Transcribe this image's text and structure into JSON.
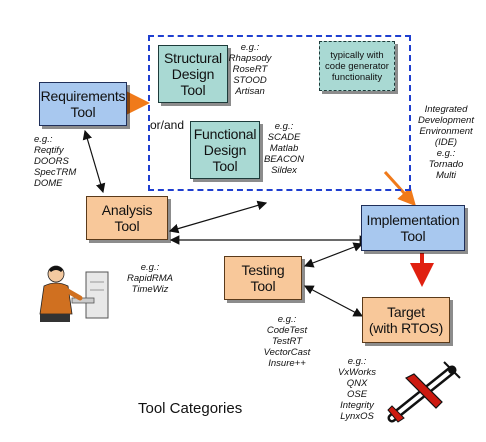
{
  "tools": {
    "requirements": "Requirements\nTool",
    "structural": "Structural\nDesign\nTool",
    "functional": "Functional\nDesign\nTool",
    "analysis": "Analysis\nTool",
    "implementation": "Implementation\nTool",
    "testing": "Testing\nTool",
    "target": "Target\n(with RTOS)"
  },
  "callout": "typically with\ncode generator\nfunctionality",
  "or_and": "or/and",
  "examples": {
    "requirements": "e.g.:\nReqtify\nDOORS\nSpecTRM\nDOME",
    "structural": "e.g.:\nRhapsody\nRoseRT\nSTOOD\nArtisan",
    "functional": "e.g.:\nSCADE\nMatlab\nBEACON\nSildex",
    "ide": "Integrated\nDevelopment\nEnvironment\n(IDE)\ne.g.:\nTornado\nMulti",
    "analysis": "e.g.:\nRapidRMA\nTimeWiz",
    "testing": "e.g.:\nCodeTest\nTestRT\nVectorCast\nInsure++",
    "target": "e.g.:\nVxWorks\nQNX\nOSE\nIntegrity\nLynxOS"
  },
  "caption": "Tool Categories",
  "colors": {
    "requirements_fill": "#a8c8ef",
    "design_fill": "#a9d9d3",
    "analysis_fill": "#f8c89a",
    "dashed_border": "#1f3fd0",
    "flow_arrow": "#f07a1a",
    "target_arrow": "#e02010"
  },
  "clipart": [
    "engineer-at-computer-icon",
    "airplane-icon"
  ]
}
